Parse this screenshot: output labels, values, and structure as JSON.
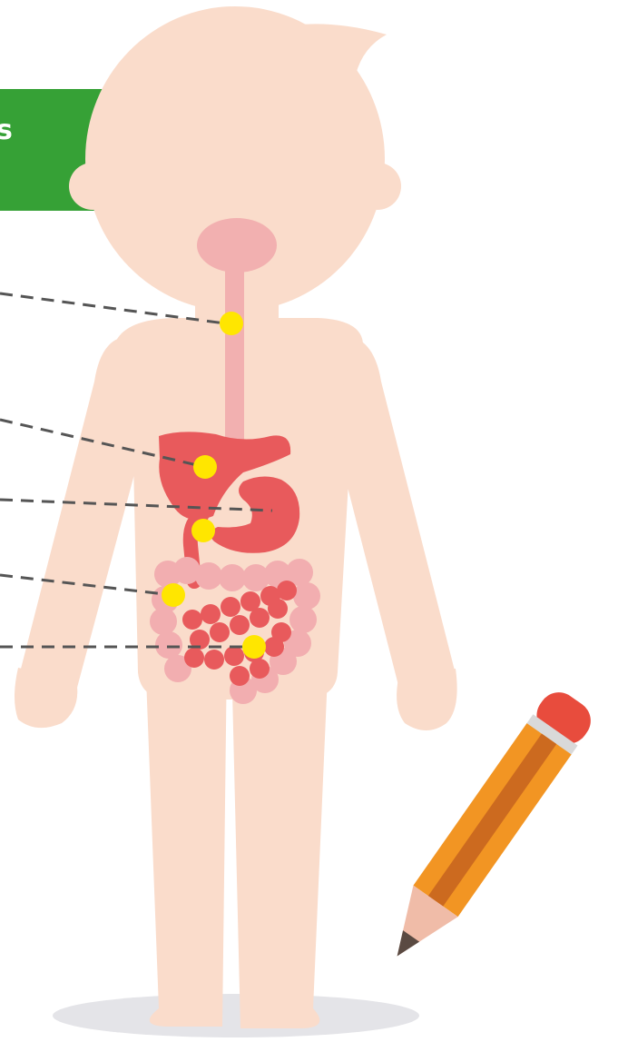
{
  "banner": {
    "text": "s",
    "color": "#36a136"
  },
  "colors": {
    "skin": "#fadccb",
    "shadow": "#e4e4e8",
    "esophagus": "#f2b0b0",
    "organ": "#e85a5c",
    "large_intestine": "#f2aeb0",
    "marker": "#ffe600",
    "leader_line": "#555555",
    "pencil_body": "#f29523",
    "pencil_stripe": "#cc6a1f",
    "pencil_eraser": "#e84c3d",
    "pencil_band": "#d9d9d9",
    "pencil_wood": "#f0bca8",
    "pencil_lead": "#5a4a42"
  },
  "markers": [
    {
      "name": "esophagus-marker"
    },
    {
      "name": "liver-marker"
    },
    {
      "name": "stomach-marker"
    },
    {
      "name": "large-intestine-marker"
    },
    {
      "name": "small-intestine-marker"
    }
  ],
  "icons": {
    "pencil": "pencil-icon"
  }
}
